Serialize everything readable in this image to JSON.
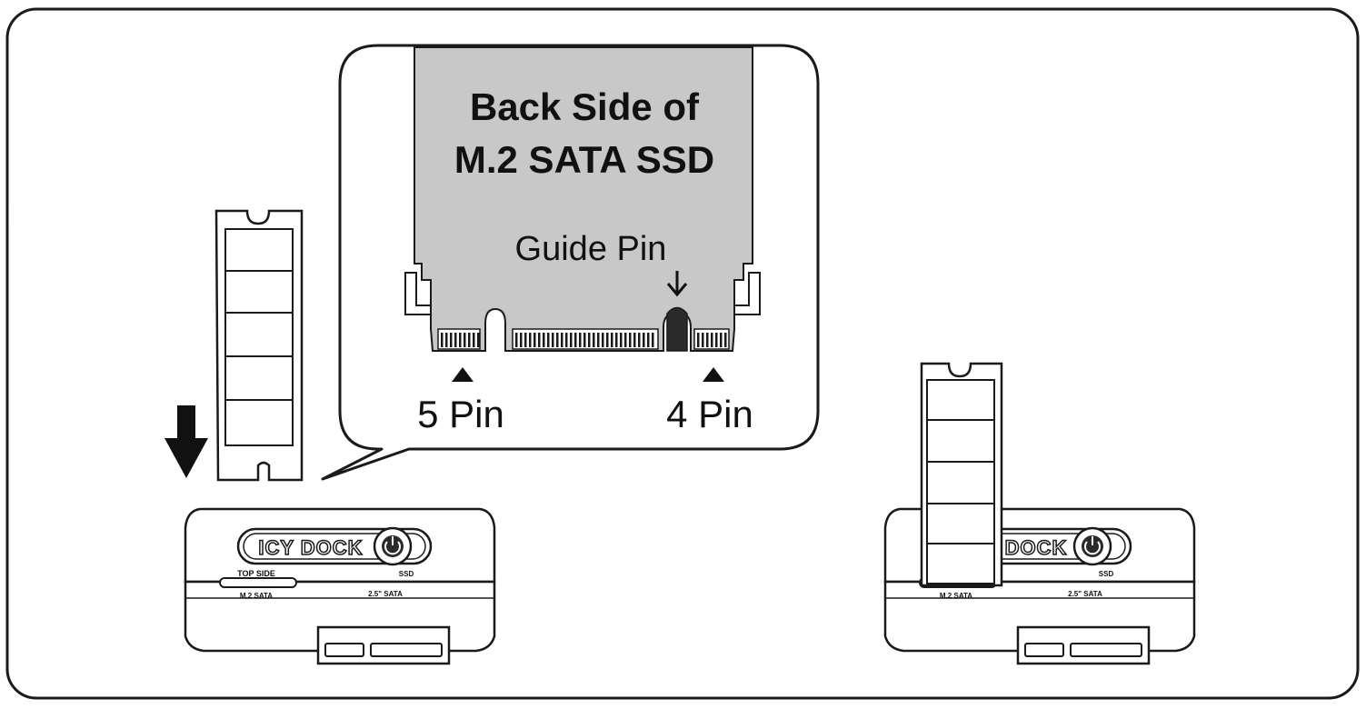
{
  "callout": {
    "title_line1": "Back Side of",
    "title_line2": "M.2 SATA SSD",
    "guide_pin": "Guide Pin",
    "pin5": "5 Pin",
    "pin4": "4 Pin"
  },
  "device": {
    "brand": "ICY DOCK",
    "brand_right": "DOCK",
    "top_side": "TOP SIDE",
    "slot_m2": "M.2 SATA",
    "slot_25": "2.5\" SATA",
    "led": "SSD"
  },
  "colors": {
    "stroke": "#1a1a1a",
    "ssd_back": "#c8c8c8",
    "background": "#ffffff"
  }
}
